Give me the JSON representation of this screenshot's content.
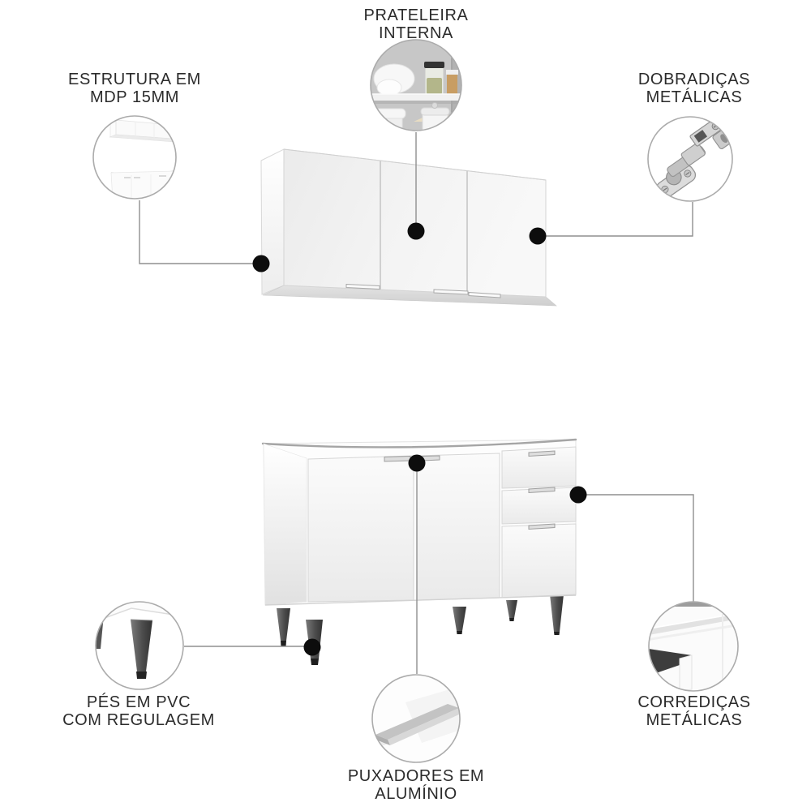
{
  "callouts": {
    "shelf": {
      "line1": "PRATELEIRA",
      "line2": "INTERNA"
    },
    "structure": {
      "line1": "ESTRUTURA EM",
      "line2": "MDP 15MM"
    },
    "hinges": {
      "line1": "DOBRADIÇAS",
      "line2": "METÁLICAS"
    },
    "feet": {
      "line1": "PÉS EM PVC",
      "line2": "COM REGULAGEM"
    },
    "handles": {
      "line1": "PUXADORES EM",
      "line2": "ALUMÍNIO"
    },
    "slides": {
      "line1": "CORREDIÇAS",
      "line2": "METÁLICAS"
    }
  },
  "images": {
    "wall_cabinet": "white 3-door wall cabinet",
    "base_cabinet": "white base cabinet with 2 doors and 3 drawers",
    "shelf_detail": "internal shelf with dishes and spice jars",
    "structure_detail": "miniature kitchen cabinet set",
    "hinge_detail": "metal concealed hinge",
    "feet_detail": "dark PVC adjustable foot",
    "handle_detail": "aluminum profile handle",
    "slide_detail": "metal drawer slide"
  },
  "colors": {
    "background": "#ffffff",
    "text": "#2b2b2b",
    "connector_line": "#8f8f8f",
    "callout_dot": "#0d0d0d",
    "circle_border": "#ababab",
    "cabinet_white": "#f3f3f3",
    "leg_dark": "#4a4a4a",
    "aluminum": "#d6d6d6"
  }
}
